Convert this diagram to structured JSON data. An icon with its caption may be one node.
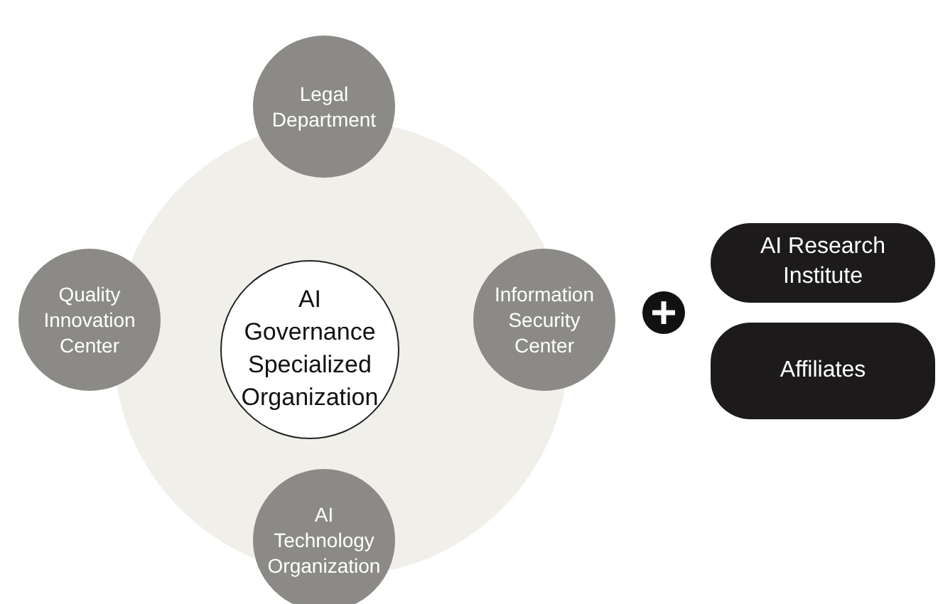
{
  "diagram": {
    "nodes": [
      {
        "text": [
          "Legal Department"
        ]
      },
      {
        "text": [
          "Quality Innovation Center"
        ]
      },
      {
        "text": [
          "AI Governance Specialized Organization"
        ]
      },
      {
        "text": [
          "Information Security Center"
        ]
      },
      {
        "text": [
          "AI Technology Organization"
        ]
      },
      {
        "text": [
          "AI Research Institute"
        ]
      },
      {
        "text": [
          "Affiliates"
        ]
      }
    ]
  }
}
